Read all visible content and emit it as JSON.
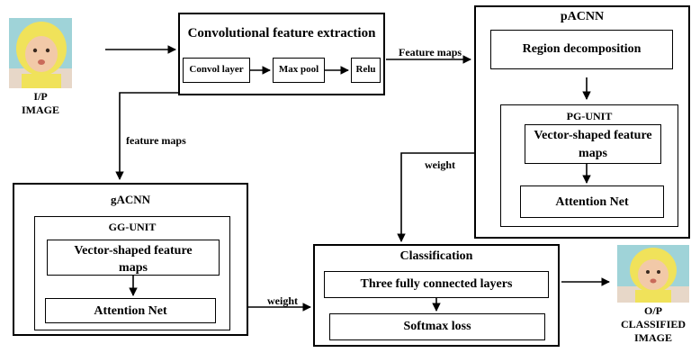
{
  "input": {
    "label_line1": "I/P",
    "label_line2": "IMAGE"
  },
  "output": {
    "label_line1": "O/P",
    "label_line2": "CLASSIFIED",
    "label_line3": "IMAGE"
  },
  "conv": {
    "title": "Convolutional feature extraction",
    "steps": [
      "Convol layer",
      "Max pool",
      "Relu"
    ]
  },
  "pacnn": {
    "title": "pACNN",
    "region": "Region decomposition",
    "unit_title": "PG-UNIT",
    "vector_line1": "Vector-shaped feature",
    "vector_line2": "maps",
    "attention": "Attention Net"
  },
  "gacnn": {
    "title": "gACNN",
    "unit_title": "GG-UNIT",
    "vector_line1": "Vector-shaped feature",
    "vector_line2": "maps",
    "attention": "Attention Net"
  },
  "classification": {
    "title": "Classification",
    "fc": "Three fully connected layers",
    "softmax": "Softmax loss"
  },
  "edges": {
    "feature_maps_right": "Feature maps",
    "feature_maps_down": "feature maps",
    "weight_p": "weight",
    "weight_g": "weight"
  }
}
